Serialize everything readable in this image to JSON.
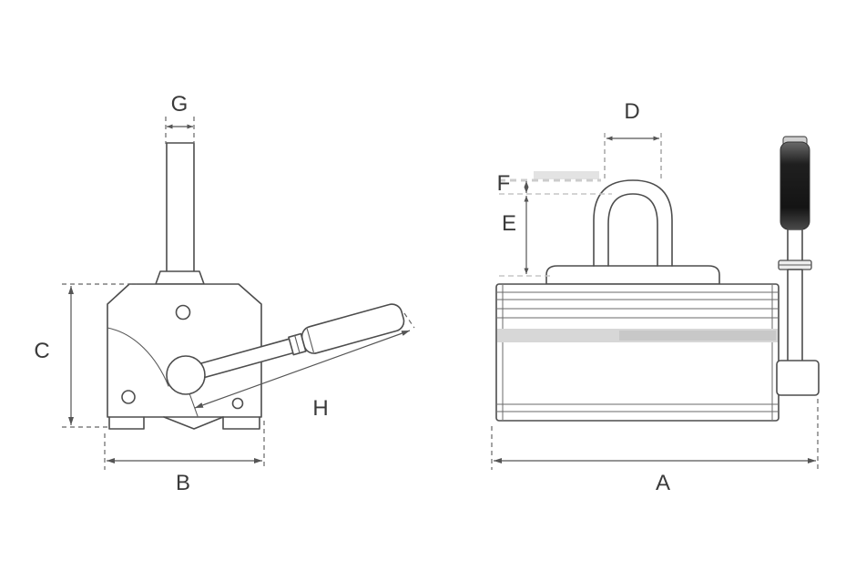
{
  "diagram": {
    "description_labels": {
      "g": "G",
      "c": "C",
      "b": "B",
      "h": "H",
      "d": "D",
      "f": "F",
      "e": "E",
      "a": "A"
    },
    "colors": {
      "background": "#ffffff",
      "line": "#4d4d4d",
      "dimension_line": "#555555",
      "light_extension": "#c6c6c6",
      "label_text": "#3a3a3a",
      "shade_band": "#d7d7d7",
      "grip_dark": "#1a1a1a"
    }
  }
}
